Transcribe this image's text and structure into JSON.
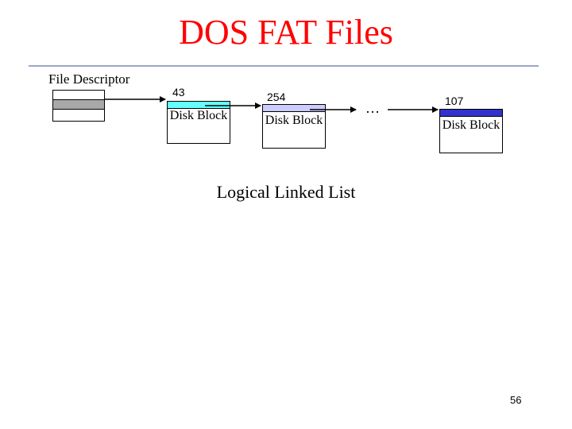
{
  "title": "DOS FAT Files",
  "file_descriptor": {
    "label": "File Descriptor"
  },
  "blocks": [
    {
      "number": "43",
      "label": "Disk Block",
      "color": "#66ffff"
    },
    {
      "number": "254",
      "label": "Disk Block",
      "color": "#ccccff"
    },
    {
      "number": "107",
      "label": "Disk Block",
      "color": "#3333cc"
    }
  ],
  "ellipsis": "…",
  "caption": "Logical Linked List",
  "page_number": "56",
  "colors": {
    "title": "#ff0000",
    "rule": "#9aa6c6",
    "descriptor_fill": "#a8a8a8"
  }
}
